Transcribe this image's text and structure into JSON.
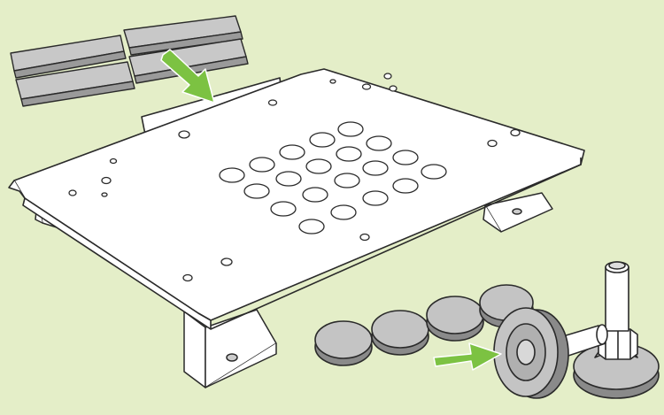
{
  "scene": {
    "background_color": "#e4eec8",
    "plate_color": "#ffffff",
    "line_color": "#2a2a2a",
    "part_color": "#b4b4b4",
    "arrow_color": "#7cc242"
  },
  "parts": [
    {
      "name": "mounting-plate",
      "icon": "perforated-plate-icon"
    },
    {
      "name": "magnetic-strips",
      "count": 4,
      "icon": "strip-icon"
    },
    {
      "name": "disc-pads",
      "count": 4,
      "icon": "disc-icon"
    },
    {
      "name": "caster-wheel",
      "icon": "wheel-icon"
    },
    {
      "name": "leveling-foot",
      "icon": "leveling-foot-icon"
    }
  ],
  "callouts": [
    {
      "name": "arrow-to-plate-slot",
      "icon": "green-arrow-icon"
    },
    {
      "name": "arrow-to-wheel",
      "icon": "green-arrow-icon"
    }
  ]
}
